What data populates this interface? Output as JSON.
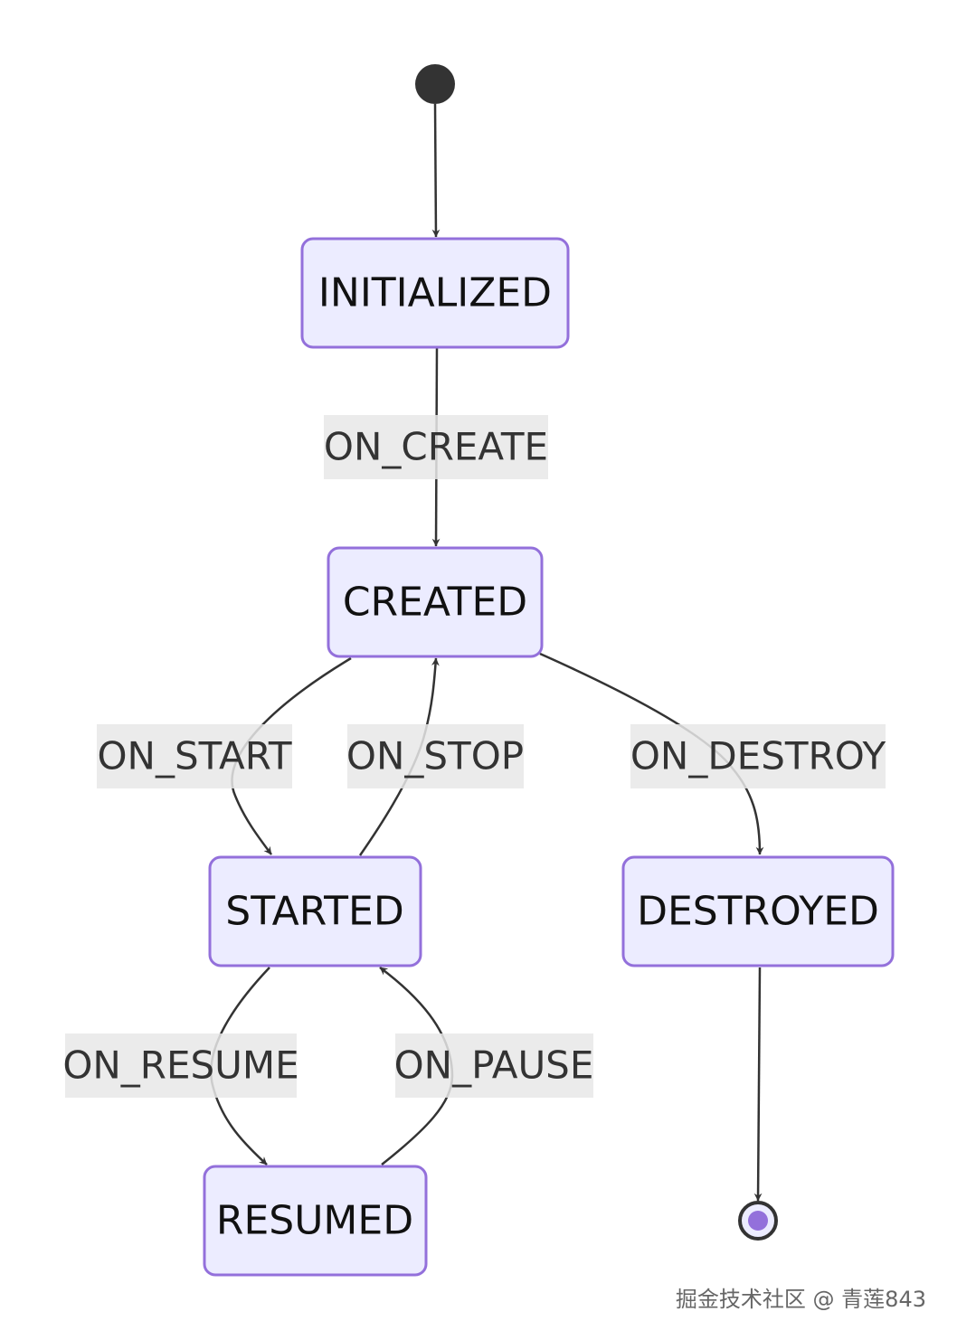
{
  "states": {
    "initialized": "INITIALIZED",
    "created": "CREATED",
    "started": "STARTED",
    "resumed": "RESUMED",
    "destroyed": "DESTROYED"
  },
  "transitions": {
    "on_create": "ON_CREATE",
    "on_start": "ON_START",
    "on_stop": "ON_STOP",
    "on_destroy": "ON_DESTROY",
    "on_resume": "ON_RESUME",
    "on_pause": "ON_PAUSE"
  },
  "colors": {
    "state_fill": "#ECECFF",
    "state_border": "#9370DB",
    "edge": "#333333",
    "label_background": "#E8E8E8",
    "start_marker": "#333333",
    "end_marker_inner": "#9370DB"
  },
  "watermark": "掘金技术社区 @ 青莲843"
}
